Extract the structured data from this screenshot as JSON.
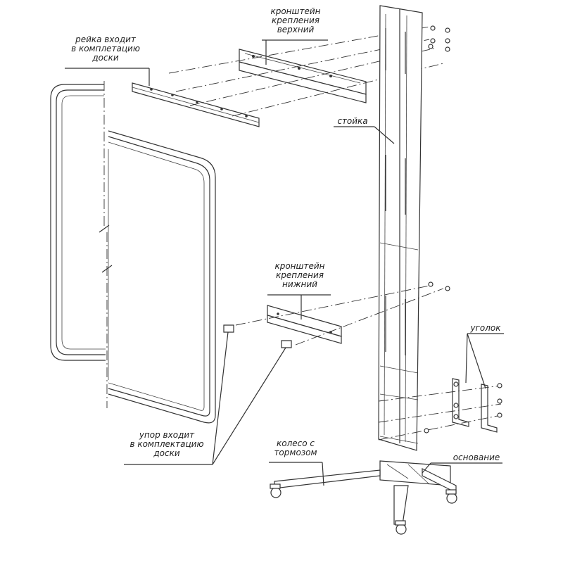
{
  "labels": {
    "bracket_top": [
      "кронштейн",
      "крепления",
      "верхний"
    ],
    "rail": [
      "рейка входит",
      "в комплетацию",
      "доски"
    ],
    "stand": [
      "стойка"
    ],
    "bracket_bottom": [
      "кронштейн",
      "крепления",
      "нижний"
    ],
    "corner": [
      "уголок"
    ],
    "stop": [
      "упор входит",
      "в комплектацию",
      "доски"
    ],
    "wheel": [
      "колесо с",
      "тормозом"
    ],
    "base": [
      "основание"
    ]
  }
}
